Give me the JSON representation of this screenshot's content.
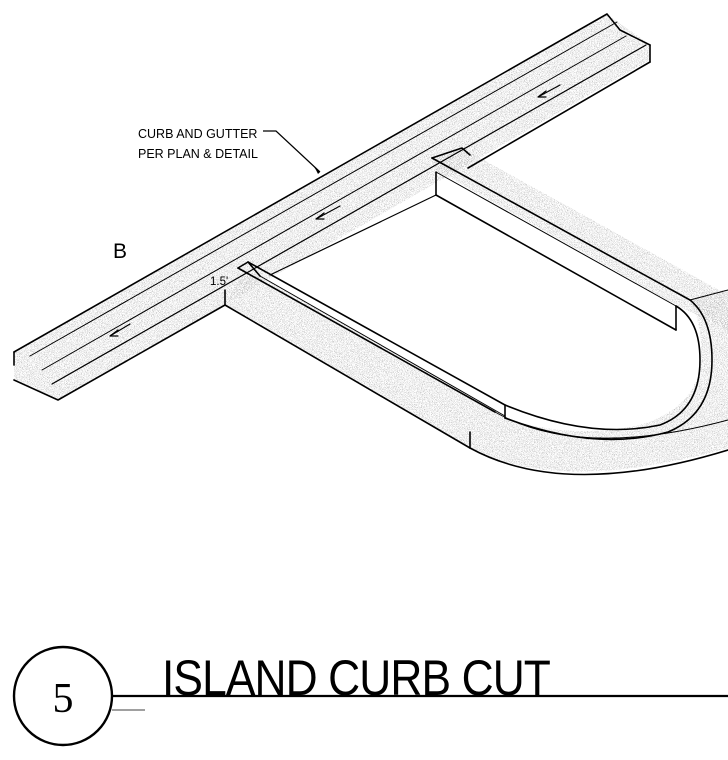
{
  "detail": {
    "number": "5",
    "title": "ISLAND CURB CUT"
  },
  "callouts": {
    "curb_line1": "CURB AND GUTTER",
    "curb_line2": "PER PLAN & DETAIL",
    "section_marker": "B",
    "dimension": "1.5'"
  },
  "colors": {
    "ink": "#000000",
    "concrete_stipple": "#8a8a8a",
    "background": "#ffffff"
  }
}
